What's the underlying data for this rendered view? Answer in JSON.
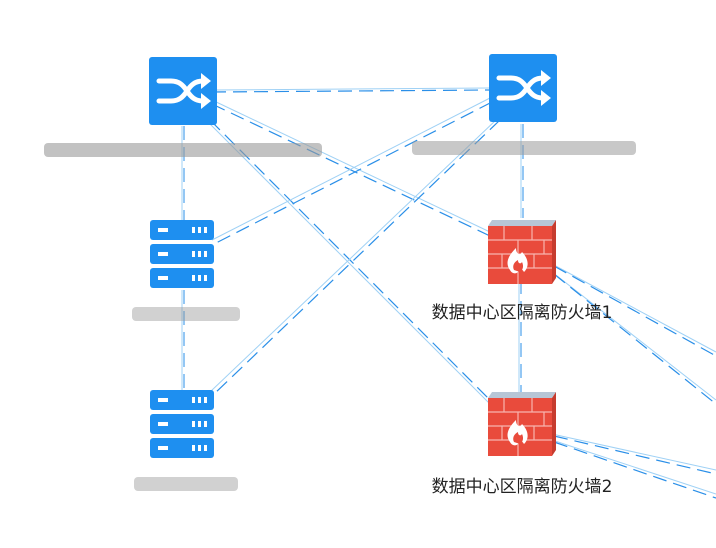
{
  "diagram": {
    "nodes": [
      {
        "id": "switch-1",
        "type": "switch",
        "label": ""
      },
      {
        "id": "switch-2",
        "type": "switch",
        "label": ""
      },
      {
        "id": "server-1",
        "type": "server",
        "label": ""
      },
      {
        "id": "server-2",
        "type": "server",
        "label": ""
      },
      {
        "id": "firewall-1",
        "type": "firewall",
        "label": "数据中心区隔离防火墙1"
      },
      {
        "id": "firewall-2",
        "type": "firewall",
        "label": "数据中心区隔离防火墙2"
      }
    ],
    "links": [
      {
        "from": "switch-1",
        "to": "switch-2"
      },
      {
        "from": "switch-1",
        "to": "server-1"
      },
      {
        "from": "switch-1",
        "to": "firewall-1"
      },
      {
        "from": "switch-1",
        "to": "firewall-2"
      },
      {
        "from": "switch-2",
        "to": "server-1"
      },
      {
        "from": "switch-2",
        "to": "server-2"
      },
      {
        "from": "switch-2",
        "to": "firewall-1"
      },
      {
        "from": "server-1",
        "to": "server-2"
      },
      {
        "from": "firewall-1",
        "to": "firewall-2"
      },
      {
        "from": "firewall-1",
        "to": "offscreen-right"
      },
      {
        "from": "firewall-2",
        "to": "offscreen-right"
      }
    ]
  },
  "colors": {
    "device_blue": "#1E8FF0",
    "firewall_red": "#E94B3C",
    "firewall_cap": "#B7C6D6",
    "link_blue": "#2A8FE8",
    "link_light": "#9FD1F5",
    "label_text": "#222222"
  },
  "icons": {
    "switch": "switch-icon",
    "server": "server-icon",
    "firewall": "firewall-icon"
  }
}
